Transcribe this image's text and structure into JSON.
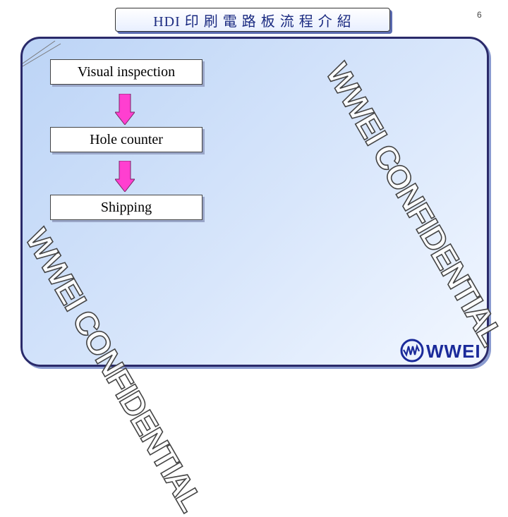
{
  "header": {
    "title": "HDI 印 刷 電 路 板 流 程 介 紹",
    "page_number": "6"
  },
  "flow": {
    "steps": [
      "Visual inspection",
      "Hole counter",
      "Shipping"
    ]
  },
  "watermark": {
    "text": "WWEI CONFIDENTIAL"
  },
  "logo": {
    "text": "WWEI"
  },
  "colors": {
    "arrow": "#ff3fd0",
    "panel": "#c9dcf8",
    "border": "#2a2a6a",
    "title_text": "#1a2a80"
  }
}
